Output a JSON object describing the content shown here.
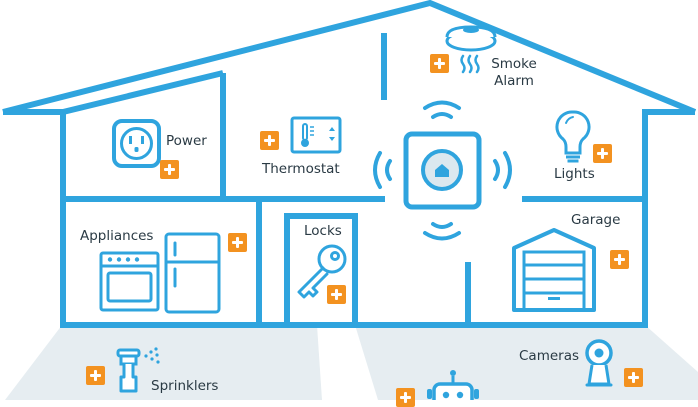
{
  "colors": {
    "primary": "#2fa4de",
    "hub_inner": "#dbe8ef",
    "ground": "#e6edf1",
    "accent": "#f39220",
    "text": "#2a3a44"
  },
  "labels": {
    "smoke_alarm_line1": "Smoke",
    "smoke_alarm_line2": "Alarm",
    "power": "Power",
    "thermostat": "Thermostat",
    "lights": "Lights",
    "appliances": "Appliances",
    "locks": "Locks",
    "garage": "Garage",
    "cameras": "Cameras",
    "sprinklers": "Sprinklers"
  },
  "icons": {
    "hub": "home-hub-icon",
    "smoke_alarm": "smoke-detector-icon",
    "power": "power-outlet-icon",
    "thermostat": "thermostat-icon",
    "lights": "light-bulb-icon",
    "appliances": "oven-fridge-icon",
    "locks": "key-icon",
    "garage": "garage-door-icon",
    "cameras": "security-camera-icon",
    "sprinklers": "sprinkler-icon",
    "robot": "robot-icon",
    "add": "plus-icon"
  }
}
